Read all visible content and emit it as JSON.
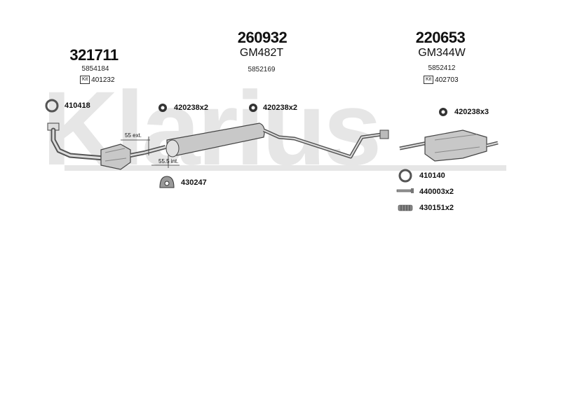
{
  "watermark": "Klarius",
  "kit_icon": "Kit",
  "groups": [
    {
      "part_no": "321711",
      "ref": "5854184",
      "kit": "401232"
    },
    {
      "part_no": "260932",
      "oe_code": "GM482T",
      "ref": "5852169"
    },
    {
      "part_no": "220653",
      "oe_code": "GM344W",
      "ref": "5852412",
      "kit": "402703"
    }
  ],
  "parts": {
    "ring_left": "410418",
    "clamp_1": "420238x2",
    "clamp_2": "420238x2",
    "clamp_3": "420238x3",
    "mount": "430247",
    "ring_right": "410140",
    "bolt": "440003x2",
    "spring": "430151x2"
  },
  "notes": {
    "ext": "55 ext.",
    "int": "55.5 int."
  },
  "colors": {
    "pipe": "#555555",
    "part_fill": "#c8c8c8",
    "watermark": "#e6e6e6"
  }
}
